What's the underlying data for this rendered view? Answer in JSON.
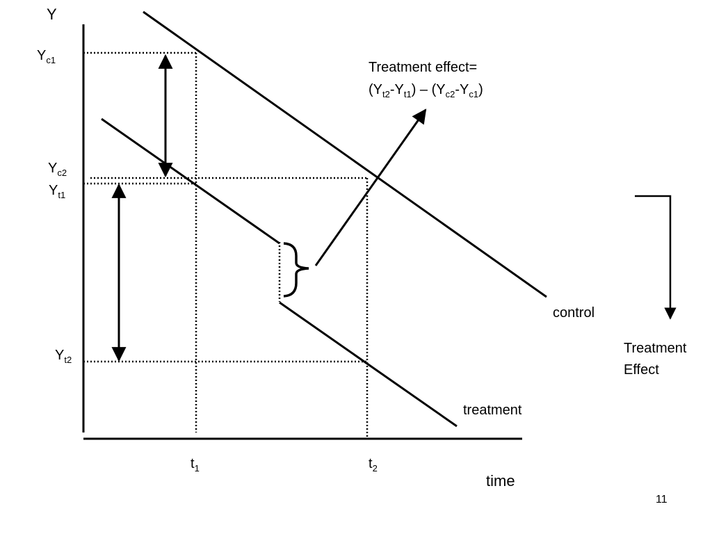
{
  "axes": {
    "y_label": "Y",
    "x_label": "time"
  },
  "y_ticks": {
    "yc1": {
      "main": "Y",
      "sub": "c1"
    },
    "yc2": {
      "main": "Y",
      "sub": "c2"
    },
    "yt1": {
      "main": "Y",
      "sub": "t1"
    },
    "yt2": {
      "main": "Y",
      "sub": "t2"
    }
  },
  "x_ticks": {
    "t1": {
      "main": "t",
      "sub": "1"
    },
    "t2": {
      "main": "t",
      "sub": "2"
    }
  },
  "lines": {
    "control": "control",
    "treatment": "treatment"
  },
  "formula": {
    "line1": "Treatment effect=",
    "open1": "(Y",
    "s1": "t2",
    "m1": "-Y",
    "s2": "t1",
    "mid": ") – (Y",
    "s3": "c2",
    "m2": "-Y",
    "s4": "c1",
    "close": ")"
  },
  "legend": {
    "line1": "Treatment",
    "line2": "Effect"
  },
  "page_number": "11"
}
